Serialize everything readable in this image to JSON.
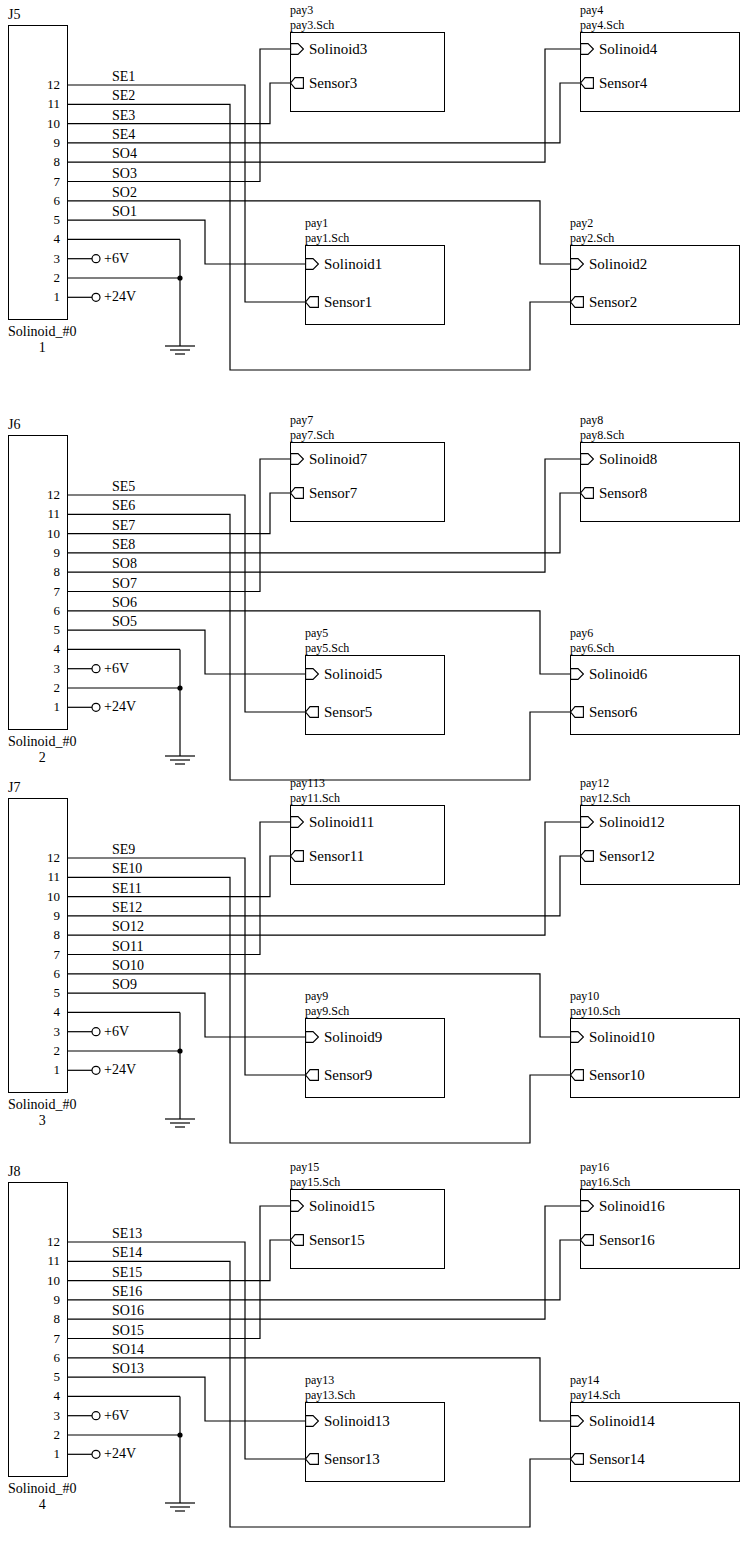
{
  "diagram": {
    "nodes": [
      {
        "text": [
          "J5",
          "Solinoid_#0 1"
        ]
      },
      {
        "text": [
          "pay3",
          "pay3.Sch"
        ]
      },
      {
        "text": [
          "Solinoid3"
        ],
        "in": 1
      },
      {
        "text": [
          "Sensor3"
        ],
        "in": 1
      },
      {
        "text": [
          "pay4",
          "pay4.Sch"
        ]
      },
      {
        "text": [
          "Solinoid4"
        ],
        "in": 4
      },
      {
        "text": [
          "Sensor4"
        ],
        "in": 4
      },
      {
        "text": [
          "pay1",
          "pay1.Sch"
        ]
      },
      {
        "text": [
          "Solinoid1"
        ],
        "in": 7
      },
      {
        "text": [
          "Sensor1"
        ],
        "in": 7
      },
      {
        "text": [
          "pay2",
          "pay2.Sch"
        ]
      },
      {
        "text": [
          "Solinoid2"
        ],
        "in": 10
      },
      {
        "text": [
          "Sensor2"
        ],
        "in": 10
      },
      {
        "text": [
          "J6",
          "Solinoid_#0 2"
        ]
      },
      {
        "text": [
          "pay7",
          "pay7.Sch"
        ]
      },
      {
        "text": [
          "Solinoid7"
        ],
        "in": 14
      },
      {
        "text": [
          "Sensor7"
        ],
        "in": 14
      },
      {
        "text": [
          "pay8",
          "pay8.Sch"
        ]
      },
      {
        "text": [
          "Solinoid8"
        ],
        "in": 17
      },
      {
        "text": [
          "Sensor8"
        ],
        "in": 17
      },
      {
        "text": [
          "pay5",
          "pay5.Sch"
        ]
      },
      {
        "text": [
          "Solinoid5"
        ],
        "in": 20
      },
      {
        "text": [
          "Sensor5"
        ],
        "in": 20
      },
      {
        "text": [
          "pay6",
          "pay6.Sch"
        ]
      },
      {
        "text": [
          "Solinoid6"
        ],
        "in": 23
      },
      {
        "text": [
          "Sensor6"
        ],
        "in": 23
      },
      {
        "text": [
          "J7",
          "Solinoid_#0 3"
        ]
      },
      {
        "text": [
          "pay113",
          "pay11.Sch"
        ]
      },
      {
        "text": [
          "Solinoid11"
        ],
        "in": 27
      },
      {
        "text": [
          "Sensor11"
        ],
        "in": 27
      },
      {
        "text": [
          "pay12",
          "pay12.Sch"
        ]
      },
      {
        "text": [
          "Solinoid12"
        ],
        "in": 30
      },
      {
        "text": [
          "Sensor12"
        ],
        "in": 30
      },
      {
        "text": [
          "pay9",
          "pay9.Sch"
        ]
      },
      {
        "text": [
          "Solinoid9"
        ],
        "in": 33
      },
      {
        "text": [
          "Sensor9"
        ],
        "in": 33
      },
      {
        "text": [
          "pay10",
          "pay10.Sch"
        ]
      },
      {
        "text": [
          "Solinoid10"
        ],
        "in": 36
      },
      {
        "text": [
          "Sensor10"
        ],
        "in": 36
      },
      {
        "text": [
          "J8",
          "Solinoid_#0 4"
        ]
      },
      {
        "text": [
          "pay15",
          "pay15.Sch"
        ]
      },
      {
        "text": [
          "Solinoid15"
        ],
        "in": 40
      },
      {
        "text": [
          "Sensor15"
        ],
        "in": 40
      },
      {
        "text": [
          "pay16",
          "pay16.Sch"
        ]
      },
      {
        "text": [
          "Solinoid16"
        ],
        "in": 43
      },
      {
        "text": [
          "Sensor16"
        ],
        "in": 43
      },
      {
        "text": [
          "pay13",
          "pay13.Sch"
        ]
      },
      {
        "text": [
          "Solinoid13"
        ],
        "in": 46
      },
      {
        "text": [
          "Sensor13"
        ],
        "in": 46
      },
      {
        "text": [
          "pay14",
          "pay14.Sch"
        ]
      },
      {
        "text": [
          "Solinoid14"
        ],
        "in": 49
      },
      {
        "text": [
          "Sensor14"
        ],
        "in": 49
      }
    ],
    "edges": [
      {
        "from": 0,
        "to": 9,
        "label": "SE1",
        "arrow": "none"
      },
      {
        "from": 0,
        "to": 12,
        "label": "SE2",
        "arrow": "none"
      },
      {
        "from": 0,
        "to": 3,
        "label": "SE3",
        "arrow": "none"
      },
      {
        "from": 0,
        "to": 6,
        "label": "SE4",
        "arrow": "none"
      },
      {
        "from": 0,
        "to": 5,
        "label": "SO4",
        "arrow": "none"
      },
      {
        "from": 0,
        "to": 2,
        "label": "SO3",
        "arrow": "none"
      },
      {
        "from": 0,
        "to": 11,
        "label": "SO2",
        "arrow": "none"
      },
      {
        "from": 0,
        "to": 8,
        "label": "SO1",
        "arrow": "none"
      },
      {
        "from": 13,
        "to": 22,
        "label": "SE5",
        "arrow": "none"
      },
      {
        "from": 13,
        "to": 25,
        "label": "SE6",
        "arrow": "none"
      },
      {
        "from": 13,
        "to": 16,
        "label": "SE7",
        "arrow": "none"
      },
      {
        "from": 13,
        "to": 19,
        "label": "SE8",
        "arrow": "none"
      },
      {
        "from": 13,
        "to": 18,
        "label": "SO8",
        "arrow": "none"
      },
      {
        "from": 13,
        "to": 15,
        "label": "SO7",
        "arrow": "none"
      },
      {
        "from": 13,
        "to": 24,
        "label": "SO6",
        "arrow": "none"
      },
      {
        "from": 13,
        "to": 21,
        "label": "SO5",
        "arrow": "none"
      },
      {
        "from": 26,
        "to": 35,
        "label": "SE9",
        "arrow": "none"
      },
      {
        "from": 26,
        "to": 38,
        "label": "SE10",
        "arrow": "none"
      },
      {
        "from": 26,
        "to": 29,
        "label": "SE11",
        "arrow": "none"
      },
      {
        "from": 26,
        "to": 32,
        "label": "SE12",
        "arrow": "none"
      },
      {
        "from": 26,
        "to": 31,
        "label": "SO12",
        "arrow": "none"
      },
      {
        "from": 26,
        "to": 28,
        "label": "SO11",
        "arrow": "none"
      },
      {
        "from": 26,
        "to": 37,
        "label": "SO10",
        "arrow": "none"
      },
      {
        "from": 26,
        "to": 34,
        "label": "SO9",
        "arrow": "none"
      },
      {
        "from": 39,
        "to": 48,
        "label": "SE13",
        "arrow": "none"
      },
      {
        "from": 39,
        "to": 51,
        "label": "SE14",
        "arrow": "none"
      },
      {
        "from": 39,
        "to": 42,
        "label": "SE15",
        "arrow": "none"
      },
      {
        "from": 39,
        "to": 45,
        "label": "SE16",
        "arrow": "none"
      },
      {
        "from": 39,
        "to": 44,
        "label": "SO16",
        "arrow": "none"
      },
      {
        "from": 39,
        "to": 41,
        "label": "SO15",
        "arrow": "none"
      },
      {
        "from": 39,
        "to": 50,
        "label": "SO14",
        "arrow": "none"
      },
      {
        "from": 39,
        "to": 47,
        "label": "SO13",
        "arrow": "none"
      }
    ],
    "labels": [
      "+6V",
      "+24V",
      "12",
      "11",
      "10",
      "9",
      "8",
      "7",
      "6",
      "5",
      "4",
      "3",
      "2",
      "1",
      "+6V",
      "+24V",
      "12",
      "11",
      "10",
      "9",
      "8",
      "7",
      "6",
      "5",
      "4",
      "3",
      "2",
      "1",
      "+6V",
      "+24V",
      "12",
      "11",
      "10",
      "9",
      "8",
      "7",
      "6",
      "5",
      "4",
      "3",
      "2",
      "1",
      "+6V",
      "+24V",
      "12",
      "11",
      "10",
      "9",
      "8",
      "7",
      "6",
      "5",
      "4",
      "3",
      "2",
      "1"
    ]
  }
}
